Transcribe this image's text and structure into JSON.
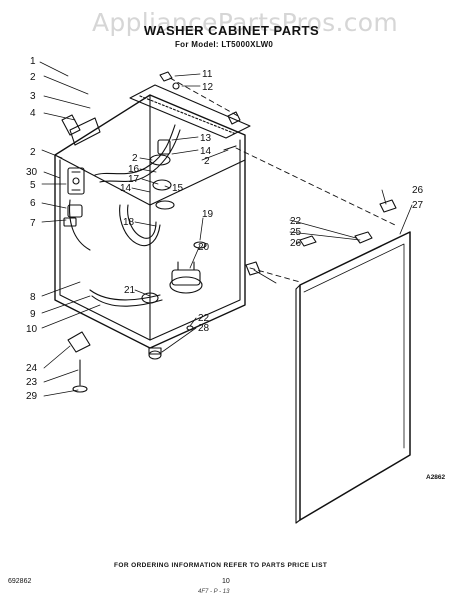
{
  "watermark": "AppliancePartsPros.com",
  "title": "WASHER CABINET PARTS",
  "model_line": "For Model: LT5000XLW0",
  "footer_instructions": "FOR ORDERING INFORMATION REFER TO PARTS PRICE LIST",
  "document_number": "692862",
  "page_number": "10",
  "figure_ref": "A2862",
  "handwritten_note": "4F7 - P - 13",
  "callouts": [
    {
      "id": "c1a",
      "label": "1"
    },
    {
      "id": "c2a",
      "label": "2"
    },
    {
      "id": "c3",
      "label": "3"
    },
    {
      "id": "c4",
      "label": "4"
    },
    {
      "id": "c2b",
      "label": "2"
    },
    {
      "id": "c30",
      "label": "30"
    },
    {
      "id": "c5",
      "label": "5"
    },
    {
      "id": "c6",
      "label": "6"
    },
    {
      "id": "c7",
      "label": "7"
    },
    {
      "id": "c8",
      "label": "8"
    },
    {
      "id": "c9",
      "label": "9"
    },
    {
      "id": "c10",
      "label": "10"
    },
    {
      "id": "c24",
      "label": "24"
    },
    {
      "id": "c23",
      "label": "23"
    },
    {
      "id": "c29",
      "label": "29"
    },
    {
      "id": "c11",
      "label": "11"
    },
    {
      "id": "c12",
      "label": "12"
    },
    {
      "id": "c13",
      "label": "13"
    },
    {
      "id": "c14a",
      "label": "14"
    },
    {
      "id": "c2c",
      "label": "2"
    },
    {
      "id": "c2d",
      "label": "2"
    },
    {
      "id": "c16",
      "label": "16"
    },
    {
      "id": "c17",
      "label": "17"
    },
    {
      "id": "c15",
      "label": "15"
    },
    {
      "id": "c14b",
      "label": "14"
    },
    {
      "id": "c18",
      "label": "18"
    },
    {
      "id": "c19",
      "label": "19"
    },
    {
      "id": "c20",
      "label": "20"
    },
    {
      "id": "c21",
      "label": "21"
    },
    {
      "id": "c22a",
      "label": "22"
    },
    {
      "id": "c28",
      "label": "28"
    },
    {
      "id": "c22b",
      "label": "22"
    },
    {
      "id": "c25",
      "label": "25"
    },
    {
      "id": "c26a",
      "label": "26"
    },
    {
      "id": "c26b",
      "label": "26"
    },
    {
      "id": "c27",
      "label": "27"
    }
  ]
}
